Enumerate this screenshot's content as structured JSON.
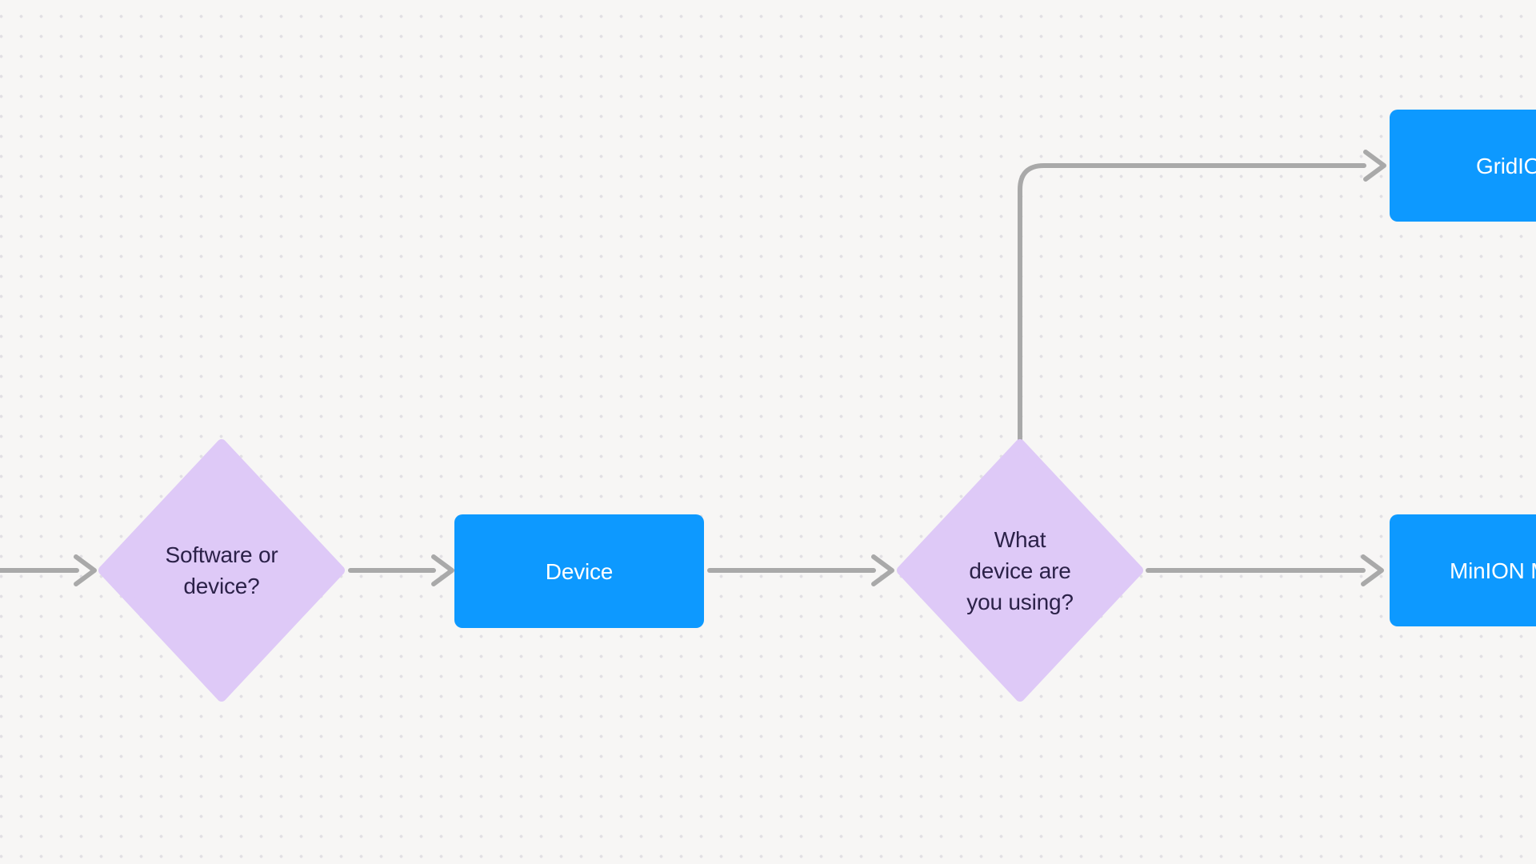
{
  "canvas": {
    "background_color": "#F7F6F5",
    "dot_color": "#E2E0E4"
  },
  "colors": {
    "process_fill": "#0D99FF",
    "process_text": "#FFFFFF",
    "decision_fill": "#DEC9F7",
    "decision_text": "#2B2148",
    "connector": "#A9A9A9"
  },
  "nodes": {
    "decision_software_or_device": {
      "type": "decision",
      "label": "Software or\ndevice?"
    },
    "process_device": {
      "type": "process",
      "label": "Device"
    },
    "decision_what_device": {
      "type": "decision",
      "label": "What\ndevice are\nyou using?"
    },
    "process_gridion": {
      "type": "process",
      "label": "GridIO",
      "label_clipped_at_right_edge": true
    },
    "process_minion": {
      "type": "process",
      "label": "MinION M",
      "label_clipped_at_right_edge": true
    }
  },
  "connectors": [
    {
      "name": "incoming-left",
      "from": "off-screen-left",
      "to": "decision_software_or_device"
    },
    {
      "name": "decision1-to-device",
      "from": "decision_software_or_device",
      "to": "process_device"
    },
    {
      "name": "device-to-decision2",
      "from": "process_device",
      "to": "decision_what_device"
    },
    {
      "name": "decision2-to-gridion",
      "from": "decision_what_device",
      "to": "process_gridion"
    },
    {
      "name": "decision2-to-minion",
      "from": "decision_what_device",
      "to": "process_minion"
    }
  ]
}
